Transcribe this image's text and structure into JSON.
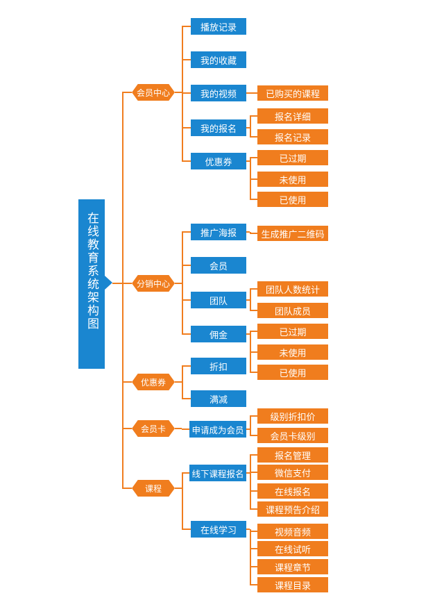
{
  "root": "在线教育系统架构图",
  "categories": [
    {
      "label": "会员中心",
      "children": [
        {
          "label": "播放记录",
          "children": []
        },
        {
          "label": "我的收藏",
          "children": []
        },
        {
          "label": "我的视频",
          "children": [
            "已购买的课程"
          ]
        },
        {
          "label": "我的报名",
          "children": [
            "报名详细",
            "报名记录"
          ]
        },
        {
          "label": "优惠券",
          "children": [
            "已过期",
            "未使用",
            "已使用"
          ]
        }
      ]
    },
    {
      "label": "分销中心",
      "children": [
        {
          "label": "推广海报",
          "children": [
            "生成推广二维码"
          ]
        },
        {
          "label": "会员",
          "children": []
        },
        {
          "label": "团队",
          "children": [
            "团队人数统计",
            "团队成员"
          ]
        },
        {
          "label": "佣金",
          "children": [
            "已过期",
            "未使用",
            "已使用"
          ]
        }
      ]
    },
    {
      "label": "优惠券",
      "children": [
        {
          "label": "折扣",
          "children": []
        },
        {
          "label": "满减",
          "children": []
        }
      ]
    },
    {
      "label": "会员卡",
      "children": [
        {
          "label": "申请成为会员",
          "children": [
            "级别折扣价",
            "会员卡级别"
          ]
        }
      ]
    },
    {
      "label": "课程",
      "children": [
        {
          "label": "线下课程报名",
          "children": [
            "报名管理",
            "微信支付",
            "在线报名",
            "课程预告介绍"
          ]
        },
        {
          "label": "在线学习",
          "children": [
            "视频音频",
            "在线试听",
            "课程章节",
            "课程目录"
          ]
        }
      ]
    }
  ]
}
